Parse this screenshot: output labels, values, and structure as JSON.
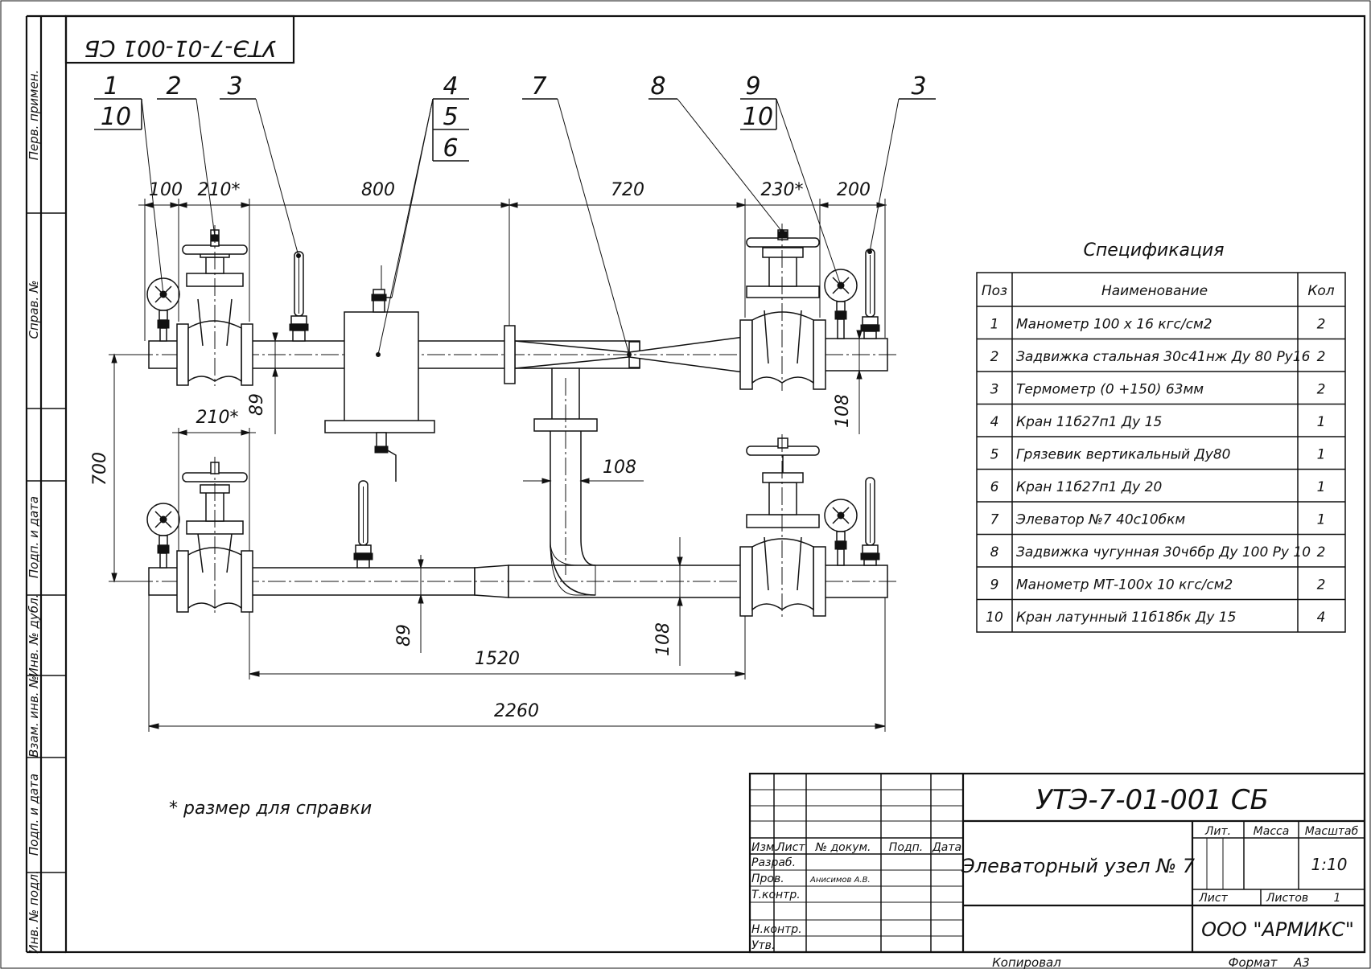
{
  "doc_code_stamp": "УТЭ-7-01-001 СБ",
  "side_stamps": [
    "Перв. примен.",
    "Справ. №",
    "Подп. и дата",
    "Инв. № дубл.",
    "Взам. инв. №",
    "Подп. и дата",
    "Инв. № подл."
  ],
  "callouts": {
    "c1": "1",
    "c1_sub": "10",
    "c2": "2",
    "c3_left": "3",
    "c4": "4",
    "c5": "5",
    "c6": "6",
    "c7": "7",
    "c8": "8",
    "c9": "9",
    "c9_sub": "10",
    "c3_right": "3"
  },
  "dimensions": {
    "d100": "100",
    "d210_top": "210*",
    "d800": "800",
    "d720": "720",
    "d230": "230*",
    "d200": "200",
    "d210_low": "210*",
    "d89_top": "89",
    "d108_right": "108",
    "d700": "700",
    "d108_mid": "108",
    "d89_low": "89",
    "d108_low": "108",
    "d1520": "1520",
    "d2260": "2260"
  },
  "note": "* размер для справки",
  "spec": {
    "title": "Спецификация",
    "headers": [
      "Поз",
      "Наименование",
      "Кол"
    ],
    "rows": [
      [
        "1",
        "Манометр 100 х 16 кгс/см2",
        "2"
      ],
      [
        "2",
        "Задвижка стальная 30с41нж Ду 80 Ру16",
        "2"
      ],
      [
        "3",
        "Термометр (0 +150) 63мм",
        "2"
      ],
      [
        "4",
        "Кран 11б27п1 Ду 15",
        "1"
      ],
      [
        "5",
        "Грязевик вертикальный Ду80",
        "1"
      ],
      [
        "6",
        "Кран 11б27п1 Ду 20",
        "1"
      ],
      [
        "7",
        "Элеватор №7    40с10бкм",
        "1"
      ],
      [
        "8",
        "Задвижка чугунная 30ч6бр Ду 100 Ру 10",
        "2"
      ],
      [
        "9",
        "Манометр МТ-100х 10 кгс/см2",
        "2"
      ],
      [
        "10",
        "Кран латунный 11б18бк Ду 15",
        "4"
      ]
    ]
  },
  "title_block": {
    "doc_code": "УТЭ-7-01-001 СБ",
    "name": "Элеваторный узел № 7",
    "col_izm": "Изм.",
    "col_list": "Лист",
    "col_doc": "№ докум.",
    "col_sign": "Подп.",
    "col_date": "Дата",
    "razrab": "Разраб.",
    "prov": "Пров.",
    "prov_name": "Анисимов А.В.",
    "tkontr": "Т.контр.",
    "nkontr": "Н.контр.",
    "utv": "Утв.",
    "lit": "Лит.",
    "massa": "Масса",
    "masshtab": "Масштаб",
    "scale": "1:10",
    "list": "Лист",
    "listov": "Листов",
    "listov_value": "1",
    "company": "ООО  \"АРМИКС\"",
    "copied": "Копировал",
    "format_label": "Формат",
    "format_value": "А3"
  }
}
